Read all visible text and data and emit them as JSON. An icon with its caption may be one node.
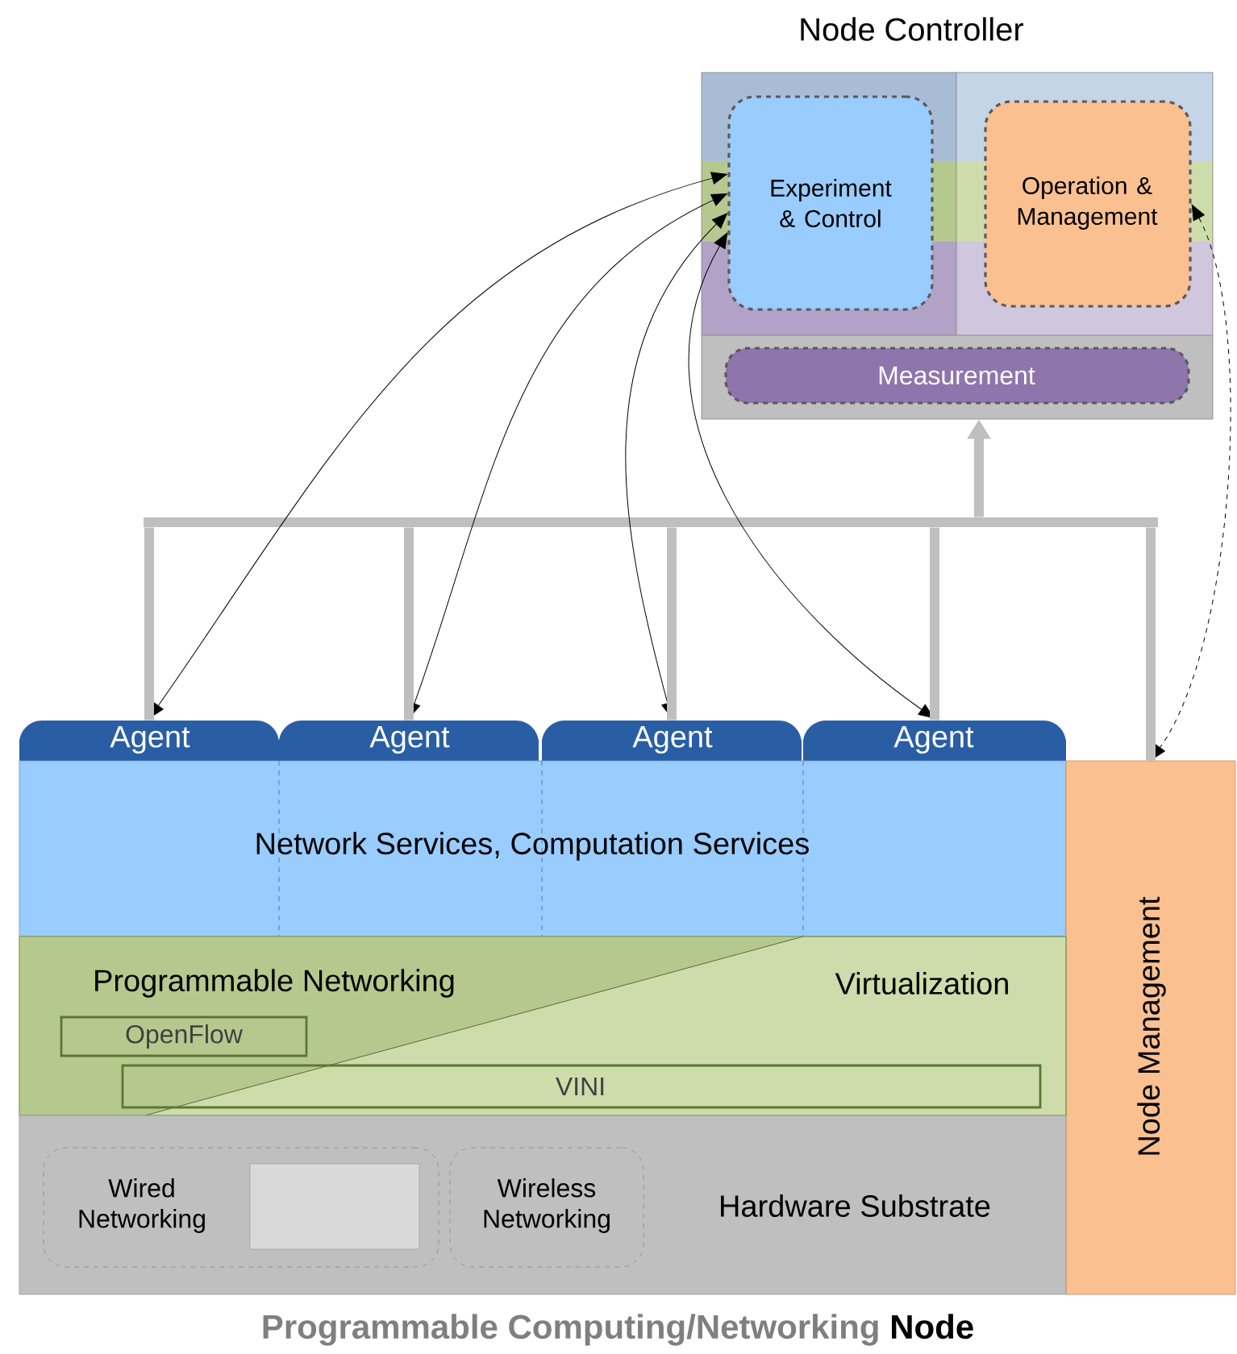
{
  "diagram": {
    "title": "Programmable Computing/Networking **Node**",
    "nodes": [
      {
        "text": [
          "Node Controller"
        ]
      },
      {
        "text": [
          "Experiment & Control"
        ],
        "in": 0
      },
      {
        "text": [
          "Operation & Management"
        ],
        "in": 0
      },
      {
        "text": [
          "Measurement"
        ],
        "in": 0
      },
      {
        "text": [
          "Agent"
        ]
      },
      {
        "text": [
          "Agent"
        ]
      },
      {
        "text": [
          "Agent"
        ]
      },
      {
        "text": [
          "Agent"
        ]
      },
      {
        "text": [
          "Network Services, Computation Services"
        ]
      },
      {
        "text": [
          "Node Management"
        ]
      },
      {
        "text": [
          "Programmable Networking",
          "Virtualization"
        ]
      },
      {
        "text": [
          "OpenFlow"
        ],
        "in": 10
      },
      {
        "text": [
          "VINI"
        ],
        "in": 10
      },
      {
        "text": [
          "Hardware Substrate"
        ]
      },
      {
        "text": [
          "Wired Networking"
        ],
        "in": 13
      },
      {
        "text": [],
        "shape": "box",
        "in": 14
      },
      {
        "text": [
          "Wireless Networking"
        ],
        "in": 13
      },
      {
        "text": [],
        "shape": "bar"
      }
    ],
    "edges": [
      {
        "from": 1,
        "to": 4,
        "arrow": "both",
        "color": "#000000"
      },
      {
        "from": 1,
        "to": 5,
        "arrow": "both",
        "color": "#000000"
      },
      {
        "from": 1,
        "to": 6,
        "arrow": "both",
        "color": "#000000"
      },
      {
        "from": 1,
        "to": 7,
        "arrow": "both",
        "color": "#000000"
      },
      {
        "from": 2,
        "to": 9,
        "arrow": "both",
        "style": "dashed",
        "color": "#000000"
      },
      {
        "from": 4,
        "to": 17,
        "arrow": "none"
      },
      {
        "from": 5,
        "to": 17,
        "arrow": "none"
      },
      {
        "from": 6,
        "to": 17,
        "arrow": "none"
      },
      {
        "from": 7,
        "to": 17,
        "arrow": "none"
      },
      {
        "from": 9,
        "to": 17,
        "arrow": "none"
      },
      {
        "from": 17,
        "to": 0,
        "arrow": "to"
      }
    ]
  }
}
